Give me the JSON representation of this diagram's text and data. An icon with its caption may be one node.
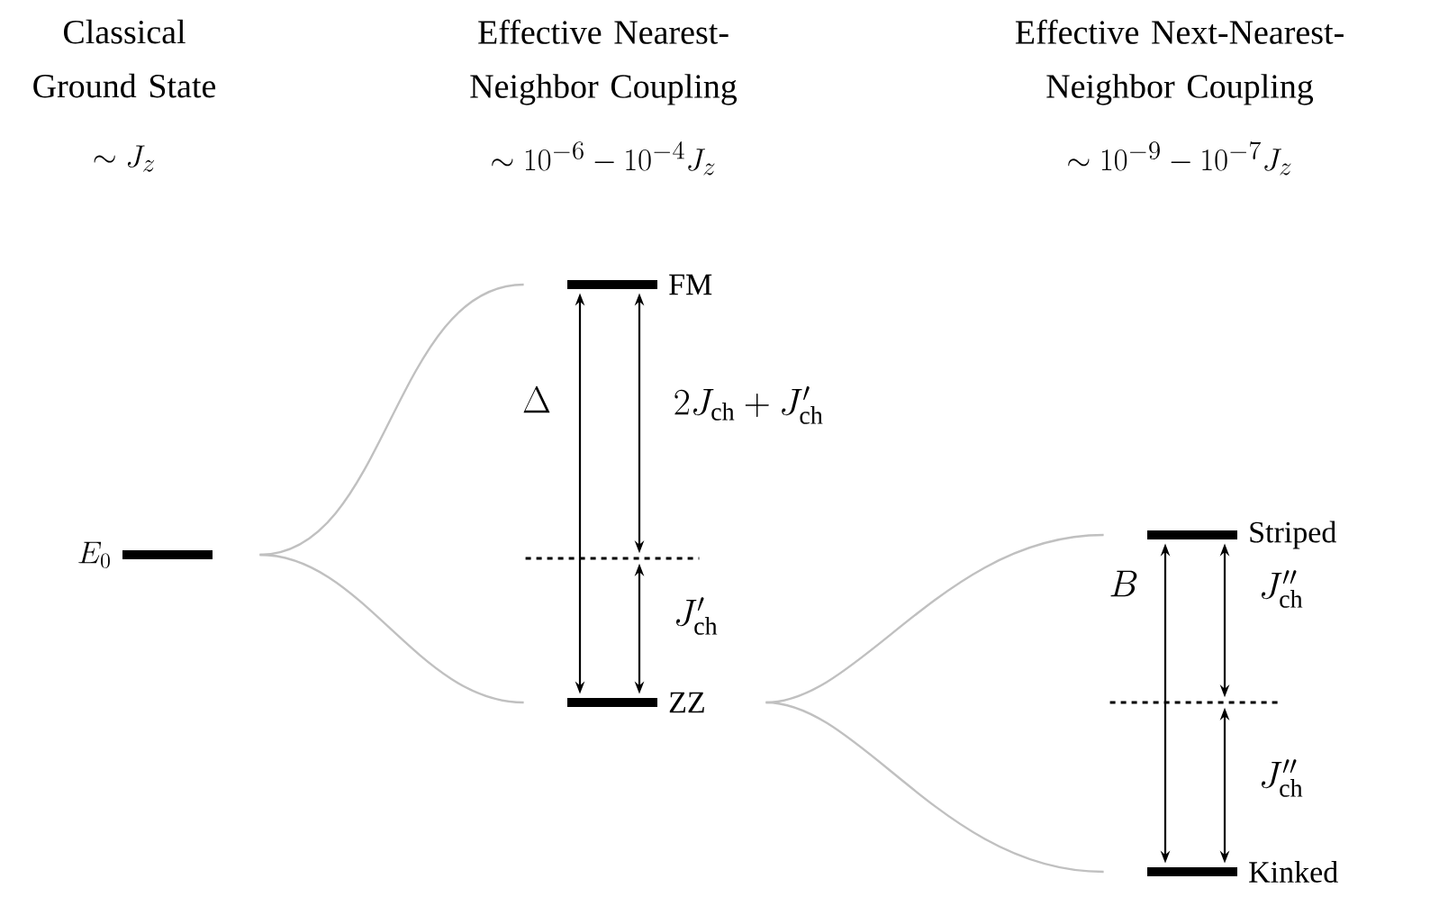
{
  "diagram": {
    "nodes": [
      {
        "text": [
          "E_0"
        ]
      },
      {
        "text": [
          "FM"
        ]
      },
      {
        "text": [
          "ZZ"
        ]
      },
      {
        "text": [
          "Striped"
        ]
      },
      {
        "text": [
          "Kinked"
        ]
      },
      {
        "text": [],
        "shape": "bar"
      },
      {
        "text": [],
        "shape": "bar"
      }
    ],
    "edges": [
      {
        "from": 0,
        "to": 1,
        "arrow": "none",
        "color": "#c0c0c0"
      },
      {
        "from": 0,
        "to": 2,
        "arrow": "none",
        "color": "#c0c0c0"
      },
      {
        "from": 2,
        "to": 3,
        "arrow": "none",
        "color": "#c0c0c0"
      },
      {
        "from": 2,
        "to": 4,
        "arrow": "none",
        "color": "#c0c0c0"
      },
      {
        "from": 1,
        "to": 2,
        "arrow": "both",
        "label": "\\Delta"
      },
      {
        "from": 1,
        "to": 5,
        "arrow": "both",
        "label": "2J_{\\mathrm{ch}} + J'_{\\mathrm{ch}}"
      },
      {
        "from": 5,
        "to": 2,
        "arrow": "both",
        "label": "J'_{\\mathrm{ch}}"
      },
      {
        "from": 3,
        "to": 4,
        "arrow": "both",
        "label": "B"
      },
      {
        "from": 3,
        "to": 6,
        "arrow": "both",
        "label": "J''_{\\mathrm{ch}}"
      },
      {
        "from": 6,
        "to": 4,
        "arrow": "both",
        "label": "J''_{\\mathrm{ch}}"
      }
    ],
    "labels": [
      "Classical Ground State",
      "\\sim J_z",
      "Effective Nearest-Neighbor Coupling",
      "\\sim 10^{-6} - 10^{-4} J_z",
      "Effective Next-Nearest-Neighbor Coupling",
      "\\sim 10^{-9} - 10^{-7} J_z"
    ]
  }
}
